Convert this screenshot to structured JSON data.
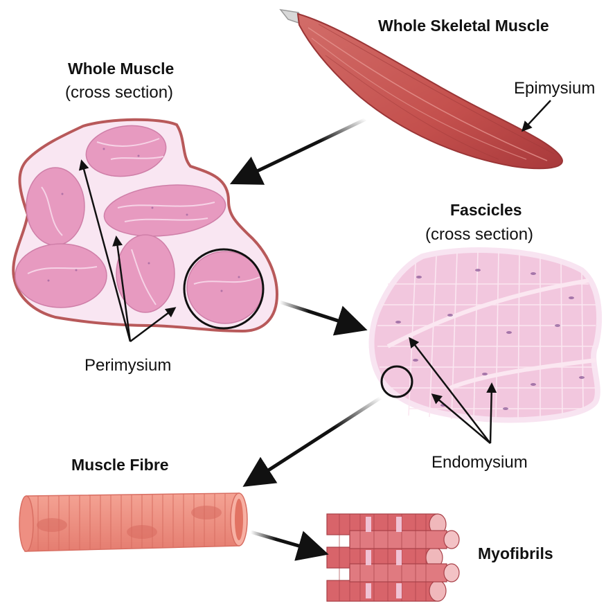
{
  "labels": {
    "whole_skeletal_muscle": "Whole Skeletal Muscle",
    "epimysium": "Epimysium",
    "whole_muscle_title": "Whole Muscle",
    "whole_muscle_sub": "(cross section)",
    "fascicles_title": "Fascicles",
    "fascicles_sub": "(cross section)",
    "perimysium": "Perimysium",
    "endomysium": "Endomysium",
    "muscle_fibre": "Muscle Fibre",
    "myofibrils": "Myofibrils"
  },
  "colors": {
    "muscle_red": "#c5504e",
    "muscle_dark": "#a33a3a",
    "tissue_pink": "#e79ac0",
    "tissue_light": "#f8e4f1",
    "tissue_border": "#b8595a",
    "fibre_salmon": "#ee8f82",
    "myofibril_red": "#d8646a",
    "arrow": "#111111"
  }
}
